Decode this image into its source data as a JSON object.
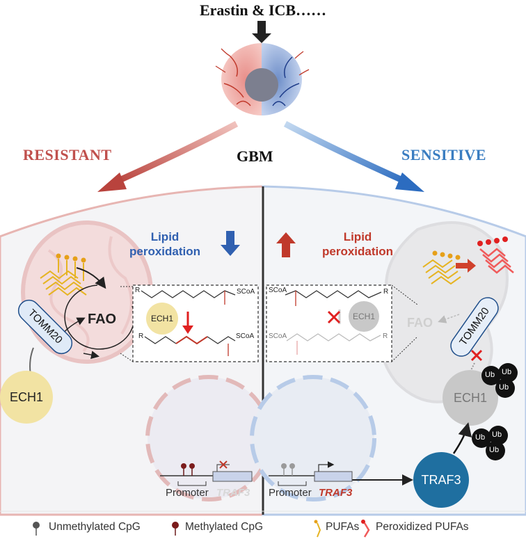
{
  "header": {
    "title": "Erastin & ICB……",
    "tumor_label": "GBM",
    "left_label": "RESISTANT",
    "right_label": "SENSITIVE"
  },
  "resistant_panel": {
    "lipid_line1": "Lipid",
    "lipid_line2": "peroxidation",
    "fao": "FAO",
    "tomm20": "TOMM20",
    "ech1": "ECH1",
    "ech1_enzyme": "ECH1",
    "scoa_top": "SCoA",
    "scoa_bottom": "SCoA",
    "r_top": "R",
    "r_bottom": "R",
    "promoter": "Promoter",
    "gene": "TRAF3"
  },
  "sensitive_panel": {
    "lipid_line1": "Lipid",
    "lipid_line2": "peroxidation",
    "fao": "FAO",
    "tomm20": "TOMM20",
    "ech1": "ECH1",
    "ech1_enzyme": "ECH1",
    "scoa_top": "SCoA",
    "scoa_bottom": "SCoA",
    "r_top": "R",
    "r_bottom": "R",
    "ub": "Ub",
    "promoter": "Promoter",
    "gene": "TRAF3",
    "traf3": "TRAF3"
  },
  "legend": {
    "unmethylated": "Unmethylated CpG",
    "methylated": "Methylated CpG",
    "pufas": "PUFAs",
    "peroxidized": "Peroxidized PUFAs"
  },
  "colors": {
    "resistant": "#c0504d",
    "sensitive": "#3a7dc1",
    "ech1_fill": "#f2e3a3",
    "traf3_fill": "#1f6fa0",
    "ub_fill": "#111111"
  }
}
